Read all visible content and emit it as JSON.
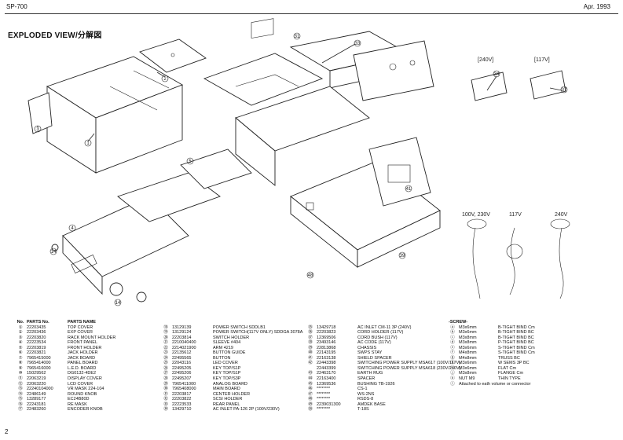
{
  "header": {
    "model": "SP-700",
    "date": "Apr.  1993"
  },
  "title": "EXPLODED VIEW/分解図",
  "variants": {
    "left_label": "[240V]",
    "right_label": "[117V]",
    "v1": "100V, 230V",
    "v2": "117V",
    "v3": "240V"
  },
  "page_number": "2",
  "parts_header": {
    "no": "No.",
    "parts_no": "PARTS No.",
    "parts_name": "PARTS NAME"
  },
  "parts_col1": [
    [
      "①",
      "22203435",
      "TOP COVER"
    ],
    [
      "②",
      "22203436",
      "EXP COVER"
    ],
    [
      "③",
      "22203820",
      "RACK MOUNT HOLDER"
    ],
    [
      "④",
      "22223534",
      "FRONT PANEL"
    ],
    [
      "⑤",
      "22203819",
      "FRONT HOLDER"
    ],
    [
      "⑥",
      "22203821",
      "JACK HOLDER"
    ],
    [
      "⑦",
      "7965415000",
      "JACK BOARD"
    ],
    [
      "⑧",
      "7965414000",
      "PANEL BOARD"
    ],
    [
      "⑨",
      "7965416000",
      "L.E.D. BOARD"
    ],
    [
      "⑩",
      "15029562",
      "DG0132-4DE2"
    ],
    [
      "⑪",
      "22063219",
      "DISPLAY COVER"
    ],
    [
      "⑫",
      "22063220",
      "LCD COVER"
    ],
    [
      "⑬",
      "22240104000",
      "VR MASK 224-104"
    ],
    [
      "⑭",
      "22486149",
      "ROUND KNOB"
    ],
    [
      "⑮",
      "13289177",
      "EC24B80D"
    ],
    [
      "⑯",
      "22243181",
      "RE MASK"
    ],
    [
      "⑰",
      "22483260",
      "ENCODER KNOB"
    ]
  ],
  "parts_col2": [
    [
      "⑱",
      "13129139",
      "POWER SWITCH SDDLB1"
    ],
    [
      "⑲",
      "13129124",
      "POWER SWITCH(117V ONLY) SDDGA 3078A"
    ],
    [
      "⑳",
      "22203814",
      "SWITCH HOLDER"
    ],
    [
      "㉑",
      "2210040400",
      "SLEEVE #404"
    ],
    [
      "㉒",
      "2214021900",
      "ARM 4219"
    ],
    [
      "㉓",
      "22135612",
      "BUTTON GUIDE"
    ],
    [
      "㉔",
      "22495565",
      "BUTTON"
    ],
    [
      "㉕",
      "22043116",
      "LED COVER"
    ],
    [
      "㉖",
      "22495205",
      "KEY TOP/S1P"
    ],
    [
      "㉗",
      "22495206",
      "KEY TOP/S1P"
    ],
    [
      "㉘",
      "22495207",
      "KEY TOP/S3P"
    ],
    [
      "㉙",
      "7965411000",
      "ANALOG BOARD"
    ],
    [
      "㉚",
      "7965408000",
      "MAIN BOARD"
    ],
    [
      "㉛",
      "22203817",
      "CENTER HOLDER"
    ],
    [
      "㉜",
      "22203822",
      "SCSI HOLDER"
    ],
    [
      "㉝",
      "22223533",
      "REAR PANEL"
    ],
    [
      "㉞",
      "13429710",
      "AC INLET PA-126 2P (100V/230V)"
    ]
  ],
  "parts_col3": [
    [
      "㉟",
      "13429718",
      "AC INLET CM-11 3P (240V)"
    ],
    [
      "㊱",
      "22203823",
      "CORD HOLDER (117V)"
    ],
    [
      "㊲",
      "12369506",
      "CORD BUSH (117V)"
    ],
    [
      "㊳",
      "23493146",
      "AC CODE (117V)"
    ],
    [
      "㊴",
      "22813868",
      "CHASSIS"
    ],
    [
      "㊵",
      "22143195",
      "SWPS STAY"
    ],
    [
      "㊶",
      "22163138",
      "SHIELD SPACER"
    ],
    [
      "㊷",
      "22443398",
      "SWITCHING POWER SUPPLY MSA617 (100V/117V)"
    ],
    [
      "",
      "22443399",
      "SWITCHING POWER SUPPLY MSA618 (230V/240V)"
    ],
    [
      "㊸",
      "22463170",
      "EARTH RUG"
    ],
    [
      "㊹",
      "22163400",
      "SPACER"
    ],
    [
      "㊺",
      "12369536",
      "BUSHING TB-1926"
    ],
    [
      "㊻",
      "********",
      "CS-1"
    ],
    [
      "㊼",
      "********",
      "WS-2NS"
    ],
    [
      "㊽",
      "********",
      "RSDS-8"
    ],
    [
      "㊾",
      "2239031300",
      "AMDEK BASE"
    ],
    [
      "㊿",
      "********",
      "T-18S"
    ]
  ],
  "screw_header": "-SCREW-",
  "screws": [
    [
      "ⓐ",
      "M3x6mm",
      "B-TIGHT BIND Cm"
    ],
    [
      "ⓑ",
      "M3x6mm",
      "B-TIGHT BIND BC"
    ],
    [
      "ⓒ",
      "M3x8mm",
      "B-TIGHT BIND BC"
    ],
    [
      "ⓓ",
      "M3x8mm",
      "P-TIGHT BIND BC"
    ],
    [
      "ⓔ",
      "M3x6mm",
      "S-TIGHT BIND Cm"
    ],
    [
      "ⓕ",
      "M4x8mm",
      "S-TIGHT BIND Cm"
    ],
    [
      "ⓖ",
      "M4x8mm",
      "TRUSS BC"
    ],
    [
      "ⓗ",
      "M3x6mm",
      "W SEMS 3P BC"
    ],
    [
      "ⓘ",
      "M3x6mm",
      "FLAT Cm"
    ],
    [
      "ⓙ",
      "M3x8mm",
      "FLANGE Cm"
    ],
    [
      "ⓚ",
      "NUT M9",
      "THIN TYPE"
    ],
    [
      "ⓛ",
      "Attached to eath volume or connector",
      ""
    ]
  ]
}
